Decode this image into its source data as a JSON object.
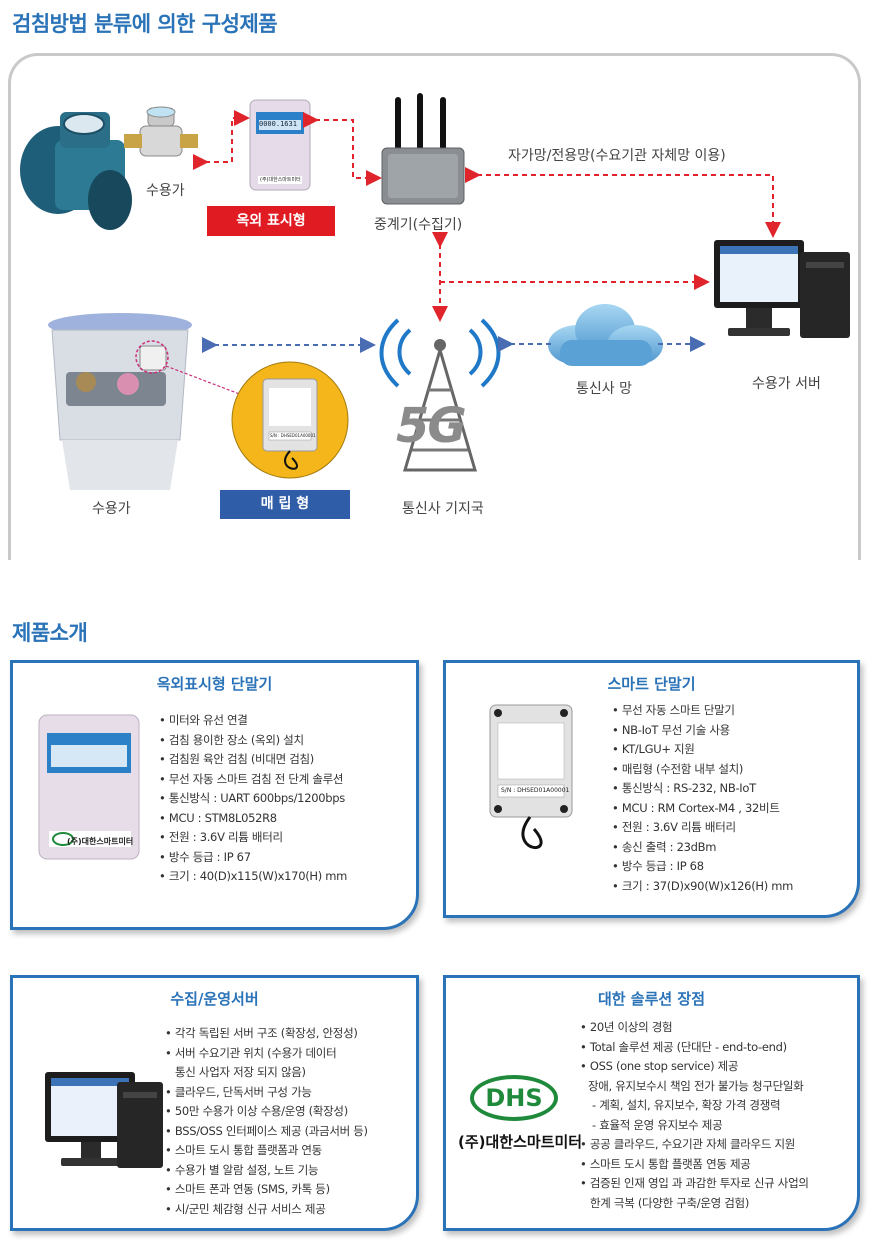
{
  "headings": {
    "classification": "검침방법 분류에 의한 구성제품",
    "products": "제품소개"
  },
  "diagram": {
    "consumer_top": "수용가",
    "outdoor_tag": "옥외 표시형",
    "relay": "중계기(수집기)",
    "private_net": "자가망/전용망(수요기관 자체망 이용)",
    "consumer_bottom": "수용가",
    "embedded_tag": "매 립 형",
    "base_station": "통신사 기지국",
    "carrier_net": "통신사 망",
    "server": "수용가 서버",
    "fiveg": "5G",
    "meter_screen": "0000.1631",
    "meter_brand": "(주)대한스마트미터",
    "device_sn": "S/N : DHSED01A00001"
  },
  "cards": {
    "outdoor": {
      "title": "옥외표시형 단말기",
      "items": [
        "미터와 유선 연결",
        "검침 용이한 장소 (옥외) 설치",
        "검침원 육안 검침 (비대면 검침)",
        "무선 자동 스마트 검침 전 단계 솔루션",
        "통신방식 : UART 600bps/1200bps",
        "MCU : STM8L052R8",
        "전원 : 3.6V 리튬 배터리",
        "방수 등급 : IP 67",
        "크기 : 40(D)x115(W)x170(H) mm"
      ],
      "brand": "(주)대한스마트미터"
    },
    "smart": {
      "title": "스마트 단말기",
      "items": [
        "무선 자동 스마트 단말기",
        "NB-IoT 무선 기술 사용",
        "KT/LGU+ 지원",
        "매립형 (수전함 내부 설치)",
        "통신방식 : RS-232, NB-IoT",
        "MCU : RM Cortex-M4 , 32비트",
        "전원 : 3.6V 리튬 배터리",
        "송신 출력 : 23dBm",
        "방수 등급 : IP 68",
        "크기 : 37(D)x90(W)x126(H) mm"
      ],
      "sn": "S/N : DHSED01A00001"
    },
    "server": {
      "title": "수집/운영서버",
      "items": [
        {
          "text": "각각 독립된 서버 구조 (확장성, 안정성)",
          "bullet": true
        },
        {
          "text": "서버 수요기관 위치 (수용가 데이터",
          "bullet": true
        },
        {
          "text": "통신 사업자 저장 되지 않음)",
          "bullet": false
        },
        {
          "text": "클라우드, 단독서버 구성 가능",
          "bullet": true
        },
        {
          "text": "50만 수용가 이상 수용/운영 (확장성)",
          "bullet": true
        },
        {
          "text": "BSS/OSS 인터페이스 제공 (과금서버 등)",
          "bullet": true
        },
        {
          "text": "스마트 도시 통합 플랫폼과 연동",
          "bullet": true
        },
        {
          "text": "수용가 별 알람 설정, 노트 기능",
          "bullet": true
        },
        {
          "text": "스마트 폰과 연동 (SMS, 카톡 등)",
          "bullet": true
        },
        {
          "text": "시/군민 체감형 신규 서비스 제공",
          "bullet": true
        }
      ]
    },
    "strengths": {
      "title": "대한 솔루션 장점",
      "logo": "DHS",
      "company": "(주)대한스마트미터",
      "items": [
        {
          "text": "20년 이상의 경험",
          "bullet": true
        },
        {
          "text": "Total 솔루션 제공 (단대단 - end-to-end)",
          "bullet": true
        },
        {
          "text": "OSS (one stop service) 제공",
          "bullet": true
        },
        {
          "text": "장애, 유지보수시 책임 전가 불가능 청구단일화",
          "bullet": false
        },
        {
          "text": "- 계획, 설치, 유지보수, 확장 가격 경쟁력",
          "bullet": false
        },
        {
          "text": "- 효율적 운영 유지보수 제공",
          "bullet": false
        },
        {
          "text": "공공 클라우드, 수요기관 자체 클라우드 지원",
          "bullet": true
        },
        {
          "text": "스마트 도시 통합 플랫폼 연동 제공",
          "bullet": true
        },
        {
          "text": "검증된 인재 영입 과 과감한 투자로 신규 사업의",
          "bullet": true
        },
        {
          "text": "한계 극복 (다양한 구축/운영 검험)",
          "bullet": false
        }
      ]
    }
  },
  "colors": {
    "accent_blue": "#2a73b8",
    "red_tag": "#e01b22",
    "blue_tag": "#2f5da8",
    "arrow_red": "#e0242b",
    "arrow_blue": "#4a6cb3",
    "logo_green": "#1f8a3b"
  }
}
